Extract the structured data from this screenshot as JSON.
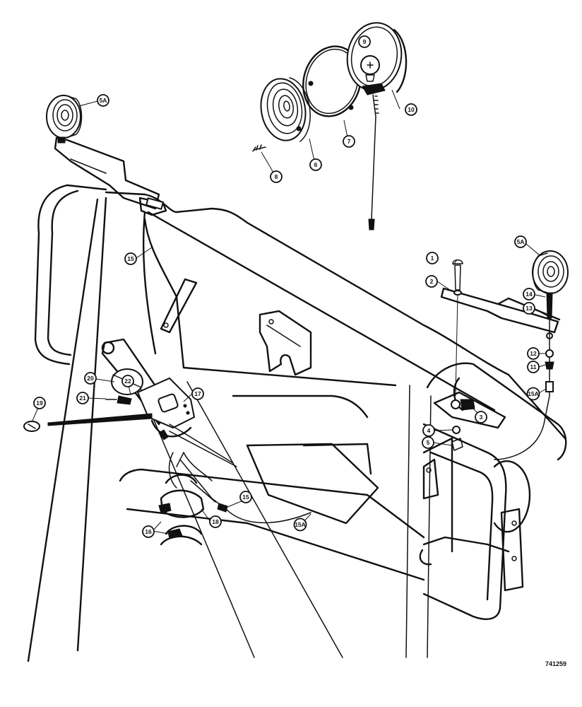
{
  "diagram": {
    "drawing_number": "741259",
    "callouts": [
      {
        "id": "c1",
        "label": "1"
      },
      {
        "id": "c2",
        "label": "2"
      },
      {
        "id": "c3",
        "label": "3"
      },
      {
        "id": "c4",
        "label": "4"
      },
      {
        "id": "c5",
        "label": "5"
      },
      {
        "id": "c5a-left",
        "label": "5A"
      },
      {
        "id": "c5a-right",
        "label": "5A"
      },
      {
        "id": "c6",
        "label": "6"
      },
      {
        "id": "c7",
        "label": "7"
      },
      {
        "id": "c8",
        "label": "8"
      },
      {
        "id": "c9",
        "label": "9"
      },
      {
        "id": "c10",
        "label": "10"
      },
      {
        "id": "c11",
        "label": "11"
      },
      {
        "id": "c12",
        "label": "12"
      },
      {
        "id": "c13",
        "label": "13"
      },
      {
        "id": "c14",
        "label": "14"
      },
      {
        "id": "c15-top",
        "label": "15"
      },
      {
        "id": "c15-bottom",
        "label": "15"
      },
      {
        "id": "c15a-right",
        "label": "15A"
      },
      {
        "id": "c15a-bottom",
        "label": "15A"
      },
      {
        "id": "c16",
        "label": "16"
      },
      {
        "id": "c17",
        "label": "17"
      },
      {
        "id": "c18",
        "label": "18"
      },
      {
        "id": "c19",
        "label": "19"
      },
      {
        "id": "c20",
        "label": "20"
      },
      {
        "id": "c21",
        "label": "21"
      },
      {
        "id": "c22",
        "label": "22"
      }
    ]
  }
}
